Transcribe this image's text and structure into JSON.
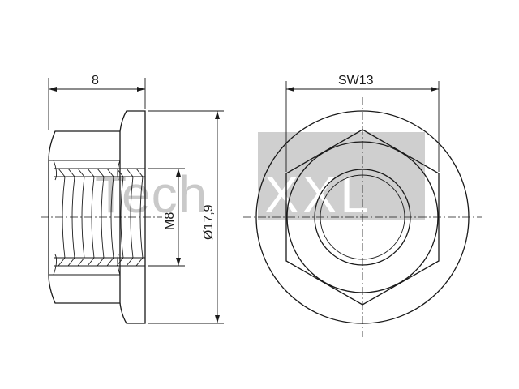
{
  "drawing": {
    "dimensions": {
      "length": "8",
      "thread": "M8",
      "flange_diameter": "Ø17,9",
      "wrench_size": "SW13"
    },
    "watermark": {
      "left": "Tech",
      "boxed": "XXL"
    }
  }
}
